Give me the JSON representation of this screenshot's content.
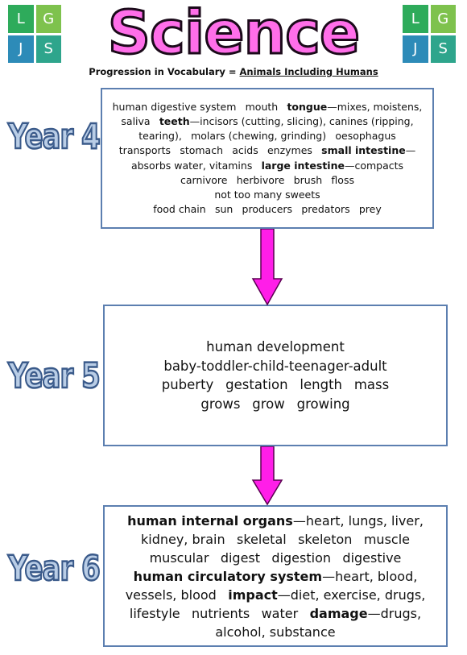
{
  "logo": {
    "letters": [
      "L",
      "G",
      "J",
      "S"
    ],
    "colors": [
      "#2eab5b",
      "#7ec24d",
      "#2d8bb8",
      "#2ea58c"
    ]
  },
  "header": {
    "title": "Science",
    "subtitle_prefix": "Progression in Vocabulary = ",
    "subtitle_topic": "Animals Including Humans"
  },
  "year4": {
    "label": "Year 4",
    "lines": [
      [
        {
          "t": "human digestive system"
        },
        {
          "t": "mouth"
        },
        {
          "t": "tongue",
          "b": true
        },
        {
          "t": "—mixes, moistens,"
        }
      ],
      [
        {
          "t": "saliva"
        },
        {
          "t": "teeth",
          "b": true
        },
        {
          "t": "—incisors (cutting, slicing), canines (ripping,"
        }
      ],
      [
        {
          "t": "tearing),"
        },
        {
          "t": "molars (chewing, grinding)"
        },
        {
          "t": "oesophagus"
        }
      ],
      [
        {
          "t": "transports"
        },
        {
          "t": "stomach"
        },
        {
          "t": "acids"
        },
        {
          "t": "enzymes"
        },
        {
          "t": "small intestine",
          "b": true
        },
        {
          "t": "—"
        }
      ],
      [
        {
          "t": "absorbs water, vitamins"
        },
        {
          "t": "large intestine",
          "b": true
        },
        {
          "t": "—compacts"
        }
      ],
      [
        {
          "t": "carnivore"
        },
        {
          "t": "herbivore"
        },
        {
          "t": "brush"
        },
        {
          "t": "floss"
        }
      ],
      [
        {
          "t": "not too many sweets"
        }
      ],
      [
        {
          "t": "food chain"
        },
        {
          "t": "sun"
        },
        {
          "t": "producers"
        },
        {
          "t": "predators"
        },
        {
          "t": "prey"
        }
      ]
    ]
  },
  "year5": {
    "label": "Year 5",
    "lines": [
      [
        {
          "t": "human development"
        }
      ],
      [
        {
          "t": "baby-toddler-child-teenager-adult"
        }
      ],
      [
        {
          "t": "puberty"
        },
        {
          "t": "gestation"
        },
        {
          "t": "length"
        },
        {
          "t": "mass"
        }
      ],
      [
        {
          "t": "grows"
        },
        {
          "t": "grow"
        },
        {
          "t": "growing"
        }
      ]
    ]
  },
  "year6": {
    "label": "Year 6",
    "lines": [
      [
        {
          "t": "human internal organs",
          "b": true
        },
        {
          "t": "—heart, lungs, liver,"
        }
      ],
      [
        {
          "t": "kidney, brain"
        },
        {
          "t": "skeletal"
        },
        {
          "t": "skeleton"
        },
        {
          "t": "muscle"
        }
      ],
      [
        {
          "t": "muscular"
        },
        {
          "t": "digest"
        },
        {
          "t": "digestion"
        },
        {
          "t": "digestive"
        }
      ],
      [
        {
          "t": "human circulatory system",
          "b": true
        },
        {
          "t": "—heart, blood,"
        }
      ],
      [
        {
          "t": "vessels, blood"
        },
        {
          "t": "impact",
          "b": true
        },
        {
          "t": "—diet, exercise, drugs,"
        }
      ],
      [
        {
          "t": "lifestyle"
        },
        {
          "t": "nutrients"
        },
        {
          "t": "water"
        },
        {
          "t": "damage",
          "b": true
        },
        {
          "t": "—drugs,"
        }
      ],
      [
        {
          "t": "alcohol, substance"
        }
      ]
    ]
  },
  "colors": {
    "arrow_fill": "#ff1ee8",
    "box_border": "#5c7fb0"
  }
}
